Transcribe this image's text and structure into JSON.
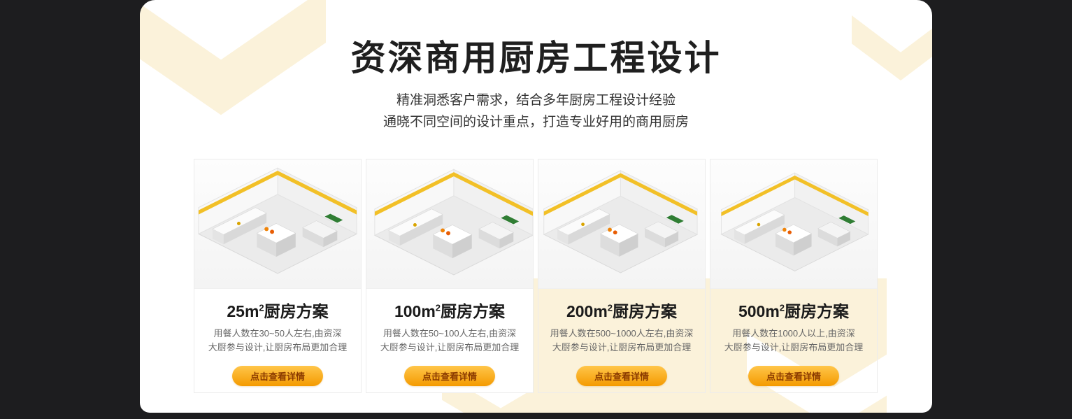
{
  "page": {
    "title": "资深商用厨房工程设计",
    "subtitle_line1": "精准洞悉客户需求，结合多年厨房工程设计经验",
    "subtitle_line2": "通晓不同空间的设计重点，打造专业好用的商用厨房"
  },
  "cards": [
    {
      "title_prefix": "25m",
      "title_sup": "2",
      "title_suffix": "厨房方案",
      "desc_line1": "用餐人数在30~50人左右,由资深",
      "desc_line2": "大厨参与设计,让厨房布局更加合理",
      "button_label": "点击查看详情",
      "image_name": "isometric-kitchen-render-25sqm"
    },
    {
      "title_prefix": "100m",
      "title_sup": "2",
      "title_suffix": "厨房方案",
      "desc_line1": "用餐人数在50~100人左右,由资深",
      "desc_line2": "大厨参与设计,让厨房布局更加合理",
      "button_label": "点击查看详情",
      "image_name": "isometric-kitchen-render-100sqm"
    },
    {
      "title_prefix": "200m",
      "title_sup": "2",
      "title_suffix": "厨房方案",
      "desc_line1": "用餐人数在500~1000人左右,由资深",
      "desc_line2": "大厨参与设计,让厨房布局更加合理",
      "button_label": "点击查看详情",
      "image_name": "isometric-kitchen-render-200sqm"
    },
    {
      "title_prefix": "500m",
      "title_sup": "2",
      "title_suffix": "厨房方案",
      "desc_line1": "用餐人数在1000人以上,由资深",
      "desc_line2": "大厨参与设计,让厨房布局更加合理",
      "button_label": "点击查看详情",
      "image_name": "isometric-kitchen-render-500sqm"
    }
  ],
  "colors": {
    "background_dark": "#1D1D1F",
    "panel_white": "#FFFFFF",
    "decor_cream": "#FBF2DA",
    "accent_orange": "#F49A00",
    "button_gradient_top": "#FFC64A",
    "button_text_brown": "#8A3A00",
    "render_stripe_yellow": "#F2C027"
  }
}
